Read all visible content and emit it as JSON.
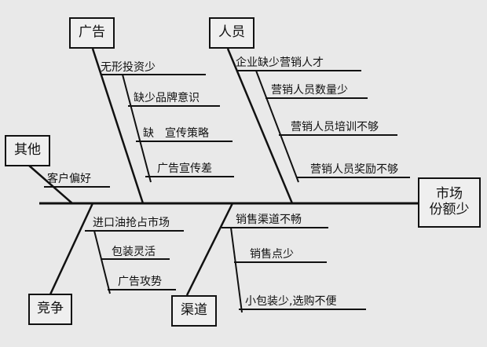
{
  "head": {
    "line1": "市场",
    "line2": "份额少"
  },
  "categories": {
    "ads": "广告",
    "people": "人员",
    "other": "其他",
    "competition": "竞争",
    "channel": "渠道"
  },
  "causes": {
    "ads": [
      "无形投资少",
      "缺少品牌意识",
      "缺　宣传策略",
      "广告宣传差"
    ],
    "people": [
      "企业缺少营销人才",
      "营销人员数量少",
      "营销人员培训不够",
      "营销人员奖励不够"
    ],
    "other": [
      "客户偏好"
    ],
    "competition": [
      "进口油抢占市场",
      "包装灵活",
      "广告攻势"
    ],
    "channel": [
      "销售渠道不畅",
      "销售点少",
      "小包装少,选购不便"
    ]
  },
  "colors": {
    "ink": "#111111",
    "background": "#e9e9e9"
  }
}
